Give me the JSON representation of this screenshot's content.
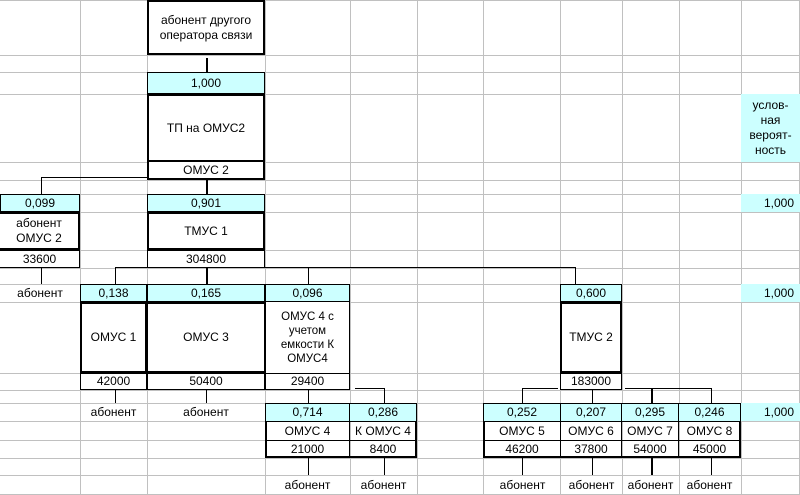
{
  "diagram": {
    "title_node": "абонент  другого\nоператора связи",
    "level0": {
      "prob": "1,000",
      "name": "ТП на ОМУС2",
      "sub": "ОМУС 2"
    },
    "level1": [
      {
        "prob": "0,099",
        "name": "абонент\nОМУС 2",
        "value": "33600"
      },
      {
        "prob": "0,901",
        "name": "ТМУС 1",
        "value": "304800"
      }
    ],
    "level2_left_label": "абонент",
    "level2": [
      {
        "prob": "0,138",
        "name": "ОМУС 1",
        "value": "42000",
        "leaf": "абонент"
      },
      {
        "prob": "0,165",
        "name": "ОМУС 3",
        "value": "50400",
        "leaf": "абонент"
      },
      {
        "prob": "0,096",
        "name": "ОМУС 4 с\nучетом\nемкости К\nОМУС4",
        "value": "29400"
      },
      {
        "prob": "0,600",
        "name": "ТМУС 2",
        "value": "183000"
      }
    ],
    "level3_omus4": [
      {
        "prob": "0,714",
        "name": "ОМУС 4",
        "value": "21000",
        "leaf": "абонент"
      },
      {
        "prob": "0,286",
        "name": "К ОМУС 4",
        "value": "8400",
        "leaf": "абонент"
      }
    ],
    "level3_tmus2": [
      {
        "prob": "0,252",
        "name": "ОМУС 5",
        "value": "46200",
        "leaf": "абонент"
      },
      {
        "prob": "0,207",
        "name": "ОМУС 6",
        "value": "37800",
        "leaf": "абонент"
      },
      {
        "prob": "0,295",
        "name": "ОМУС 7",
        "value": "54000",
        "leaf": "абонент"
      },
      {
        "prob": "0,246",
        "name": "ОМУС 8",
        "value": "45000",
        "leaf": "абонент"
      }
    ],
    "legend_header": "услов-\nная\nвероят-\nность",
    "row_sums": [
      "1,000",
      "1,000",
      "1,000"
    ]
  },
  "colors": {
    "probability_fill": "#ccffff",
    "grid": "#c0c0c0",
    "line": "#000000"
  }
}
